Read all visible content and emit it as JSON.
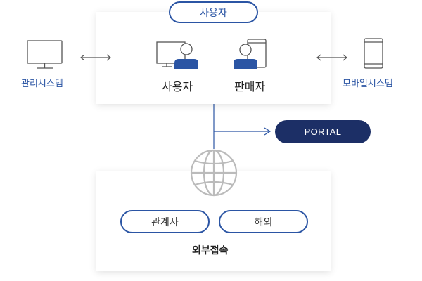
{
  "top_group": {
    "header_pill": "사용자",
    "user_label": "사용자",
    "seller_label": "판매자"
  },
  "side_systems": {
    "admin_label": "관리시스템",
    "mobile_label": "모바일시스템"
  },
  "portal": {
    "label": "PORTAL"
  },
  "external_group": {
    "affiliate_label": "관계사",
    "overseas_label": "해외",
    "title": "외부접속"
  },
  "colors": {
    "accent": "#2b55a4",
    "portal_bg": "#1c2f66",
    "icon_gray": "#555555",
    "globe_gray": "#bbbbbb"
  },
  "icons": [
    "monitor-icon",
    "desktop-user-icon",
    "tablet-user-icon",
    "smartphone-icon",
    "globe-icon",
    "bidirectional-arrow-icon"
  ]
}
